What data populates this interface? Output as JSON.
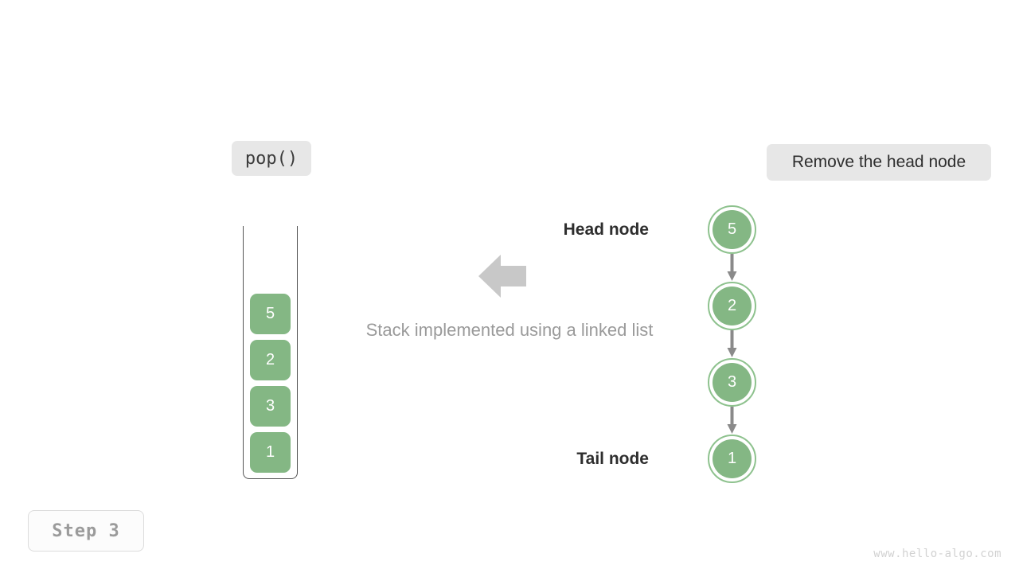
{
  "page": {
    "background": "#ffffff",
    "watermark": "www.hello-algo.com",
    "caption": "Stack implemented using a linked list"
  },
  "operation_badge": {
    "label": "pop()",
    "background": "#e7e7e7",
    "text_color": "#3b3b3b"
  },
  "action_badge": {
    "label": "Remove the head node",
    "background": "#e7e7e7",
    "text_color": "#2e2e2e"
  },
  "step_badge": {
    "label": "Step 3",
    "background": "#fcfcfc",
    "border_color": "#dcdcdc",
    "text_color": "#9b9b9b"
  },
  "transform_arrow": {
    "icon": "arrow-left-icon",
    "color": "#c8c8c8",
    "direction": "left"
  },
  "stack": {
    "title": "stack-container",
    "cell_color": "#84b784",
    "frame_color": "#555555",
    "cells": [
      {
        "value": "5"
      },
      {
        "value": "2"
      },
      {
        "value": "3"
      },
      {
        "value": "1"
      }
    ]
  },
  "linked_list": {
    "node_fill": "#84b784",
    "node_ring": "#8ec28e",
    "arrow_color": "#8a8a8a",
    "head_label": "Head node",
    "tail_label": "Tail node",
    "nodes": [
      {
        "value": "5",
        "role": "head"
      },
      {
        "value": "2",
        "role": "middle"
      },
      {
        "value": "3",
        "role": "middle"
      },
      {
        "value": "1",
        "role": "tail"
      }
    ]
  }
}
